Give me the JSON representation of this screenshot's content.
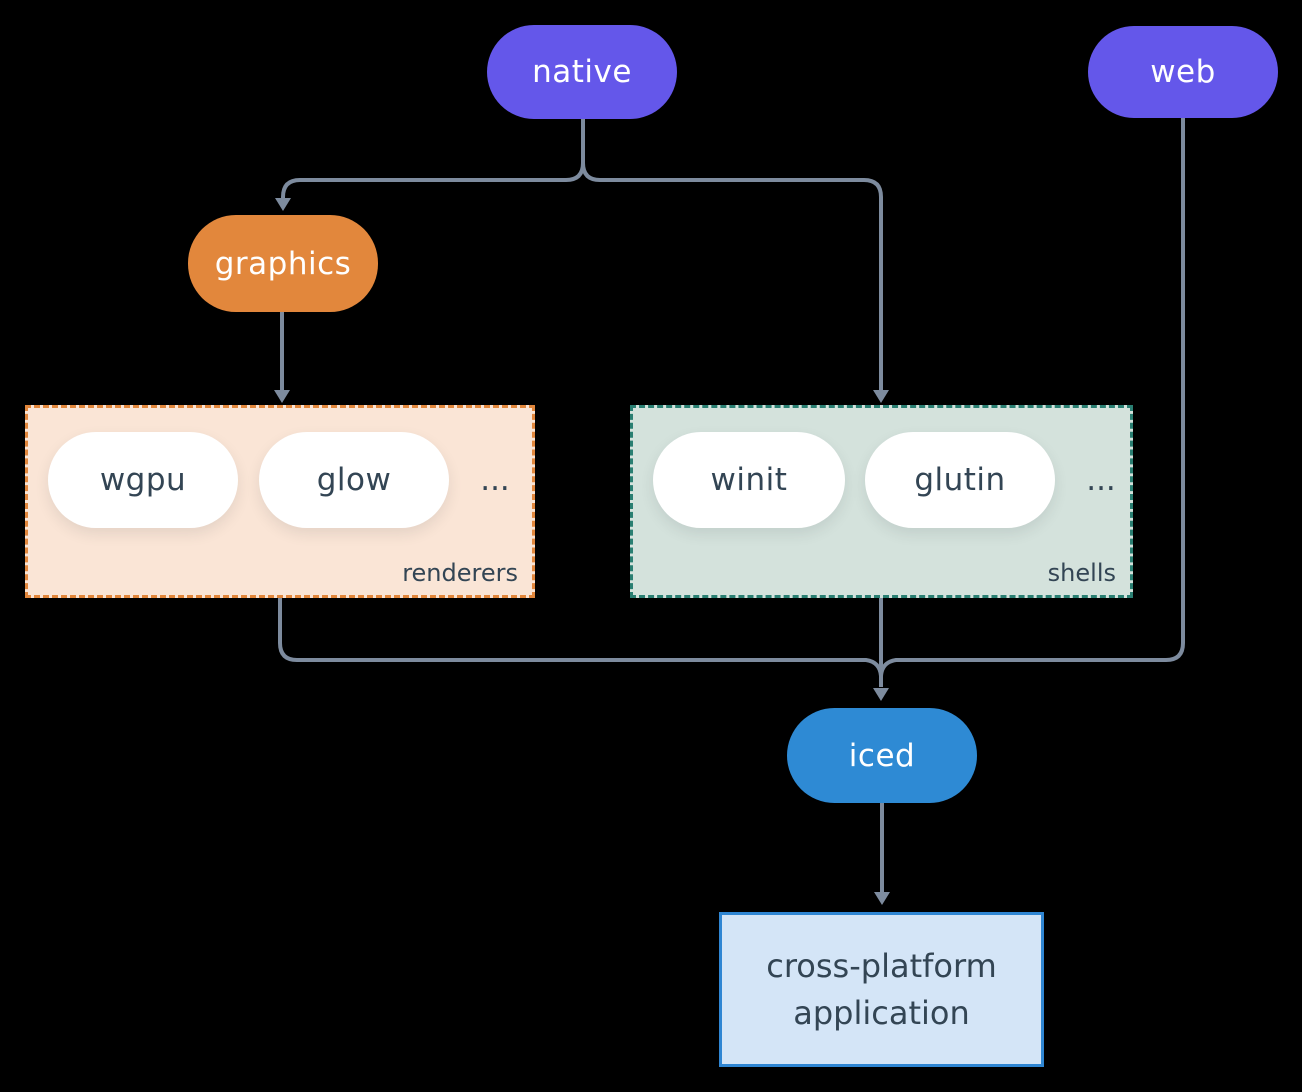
{
  "diagram": {
    "nodes": {
      "native": {
        "label": "native"
      },
      "web": {
        "label": "web"
      },
      "graphics": {
        "label": "graphics"
      },
      "iced": {
        "label": "iced"
      },
      "application": {
        "label": "cross-platform application"
      }
    },
    "groups": {
      "renderers": {
        "label": "renderers",
        "items": [
          "wgpu",
          "glow"
        ],
        "ellipsis": "..."
      },
      "shells": {
        "label": "shells",
        "items": [
          "winit",
          "glutin"
        ],
        "ellipsis": "..."
      }
    }
  },
  "colors": {
    "background": "#000000",
    "native_web": "#6457EA",
    "graphics": "#E2873C",
    "iced": "#2E8AD4",
    "renderers_bg": "#FAE5D6",
    "renderers_border": "#E2873C",
    "shells_bg": "#D4E2DC",
    "shells_border": "#2A7F72",
    "app_bg": "#D4E5F7",
    "app_border": "#2F86D3",
    "text_dark": "#334554",
    "arrow": "#7D8B9E",
    "white": "#FFFFFF"
  }
}
